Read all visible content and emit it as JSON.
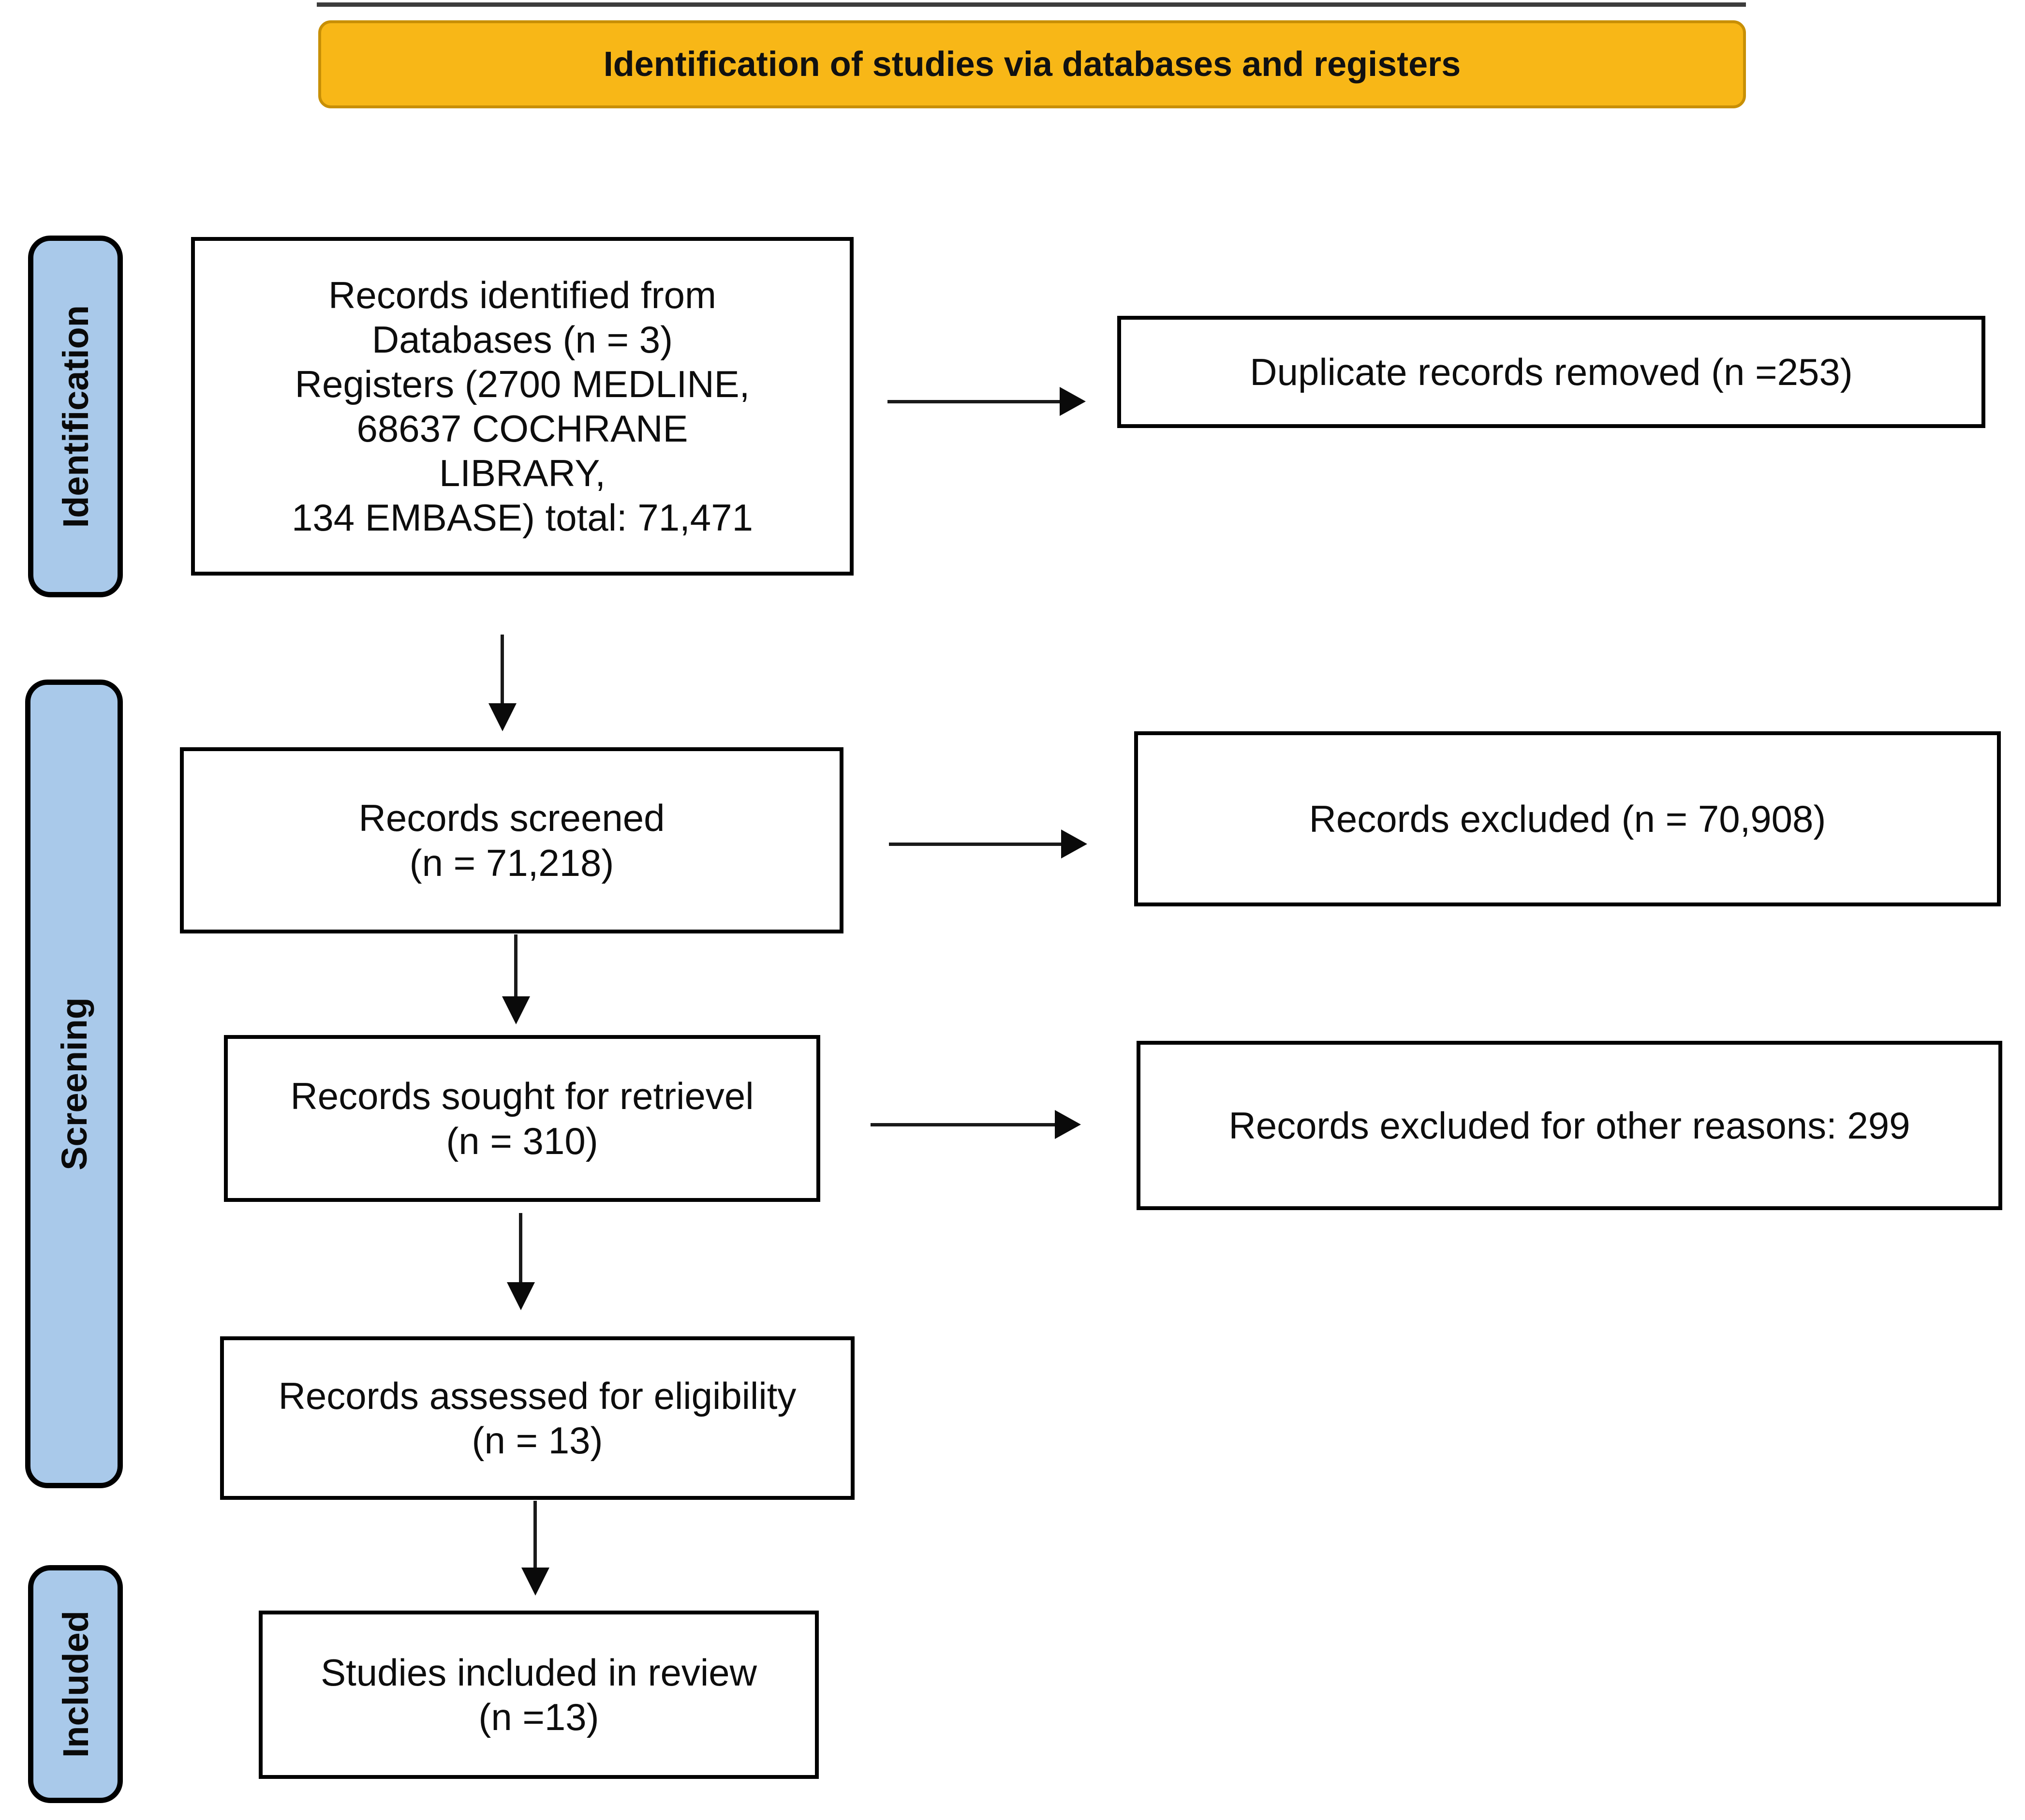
{
  "banner": {
    "title": "Identification of studies via databases and registers"
  },
  "sidebars": [
    {
      "label": "Identification"
    },
    {
      "label": "Screening"
    },
    {
      "label": "Included"
    }
  ],
  "boxes": {
    "identified": {
      "lines": [
        "Records identified from",
        "Databases (n = 3)",
        "Registers (2700 MEDLINE,",
        "68637 COCHRANE",
        "LIBRARY,",
        "134 EMBASE) total: 71,471"
      ]
    },
    "duplicates": {
      "text": "Duplicate records removed (n =253)"
    },
    "screened": {
      "lines": [
        "Records screened",
        "(n = 71,218)"
      ]
    },
    "excluded": {
      "text": "Records excluded (n = 70,908)"
    },
    "sought": {
      "lines": [
        "Records sought for retrievel",
        "(n = 310)"
      ]
    },
    "other_reasons": {
      "text": "Records excluded for other reasons: 299"
    },
    "assessed": {
      "lines": [
        "Records assessed for eligibility",
        "(n = 13)"
      ]
    },
    "included_review": {
      "lines": [
        "Studies included in review",
        "(n =13)"
      ]
    }
  },
  "colors": {
    "banner_bg": "#F8B717",
    "banner_border": "#C88F05",
    "sidebar_bg": "#A9C9EA",
    "box_border": "#000000",
    "arrow": "#0a0a0a"
  }
}
